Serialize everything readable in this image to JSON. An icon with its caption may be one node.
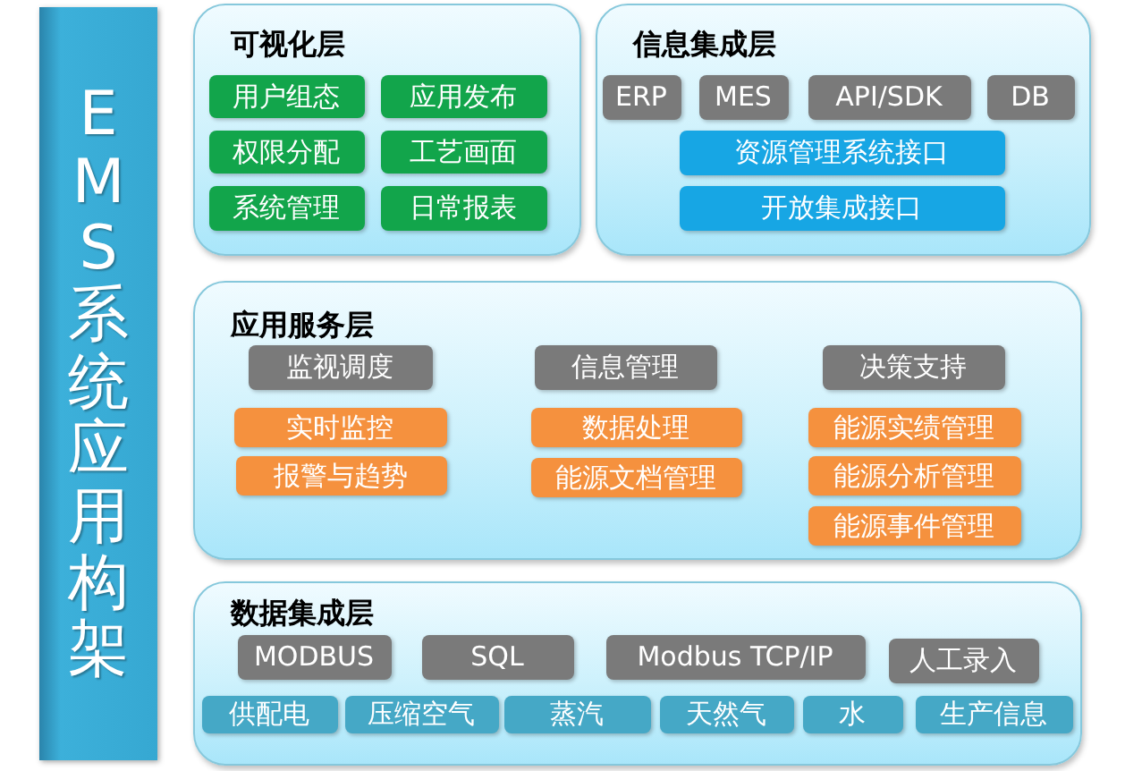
{
  "diagram": {
    "nodes": [
      {
        "text": [
          "EMS系统应用构架"
        ]
      },
      {
        "text": [
          "可视化层"
        ]
      },
      {
        "text": [
          "用户组态"
        ],
        "in": 1
      },
      {
        "text": [
          "应用发布"
        ],
        "in": 1
      },
      {
        "text": [
          "权限分配"
        ],
        "in": 1
      },
      {
        "text": [
          "工艺画面"
        ],
        "in": 1
      },
      {
        "text": [
          "系统管理"
        ],
        "in": 1
      },
      {
        "text": [
          "日常报表"
        ],
        "in": 1
      },
      {
        "text": [
          "信息集成层"
        ]
      },
      {
        "text": [
          "ERP"
        ],
        "in": 8
      },
      {
        "text": [
          "MES"
        ],
        "in": 8
      },
      {
        "text": [
          "API/SDK"
        ],
        "in": 8
      },
      {
        "text": [
          "DB"
        ],
        "in": 8
      },
      {
        "text": [
          "资源管理系统接口"
        ],
        "in": 8
      },
      {
        "text": [
          "开放集成接口"
        ],
        "in": 8
      },
      {
        "text": [
          "应用服务层"
        ]
      },
      {
        "text": [
          "监视调度"
        ],
        "in": 15
      },
      {
        "text": [
          "信息管理"
        ],
        "in": 15
      },
      {
        "text": [
          "决策支持"
        ],
        "in": 15
      },
      {
        "text": [
          "实时监控"
        ],
        "in": 15
      },
      {
        "text": [
          "数据处理"
        ],
        "in": 15
      },
      {
        "text": [
          "能源实绩管理"
        ],
        "in": 15
      },
      {
        "text": [
          "报警与趋势"
        ],
        "in": 15
      },
      {
        "text": [
          "能源文档管理"
        ],
        "in": 15
      },
      {
        "text": [
          "能源分析管理"
        ],
        "in": 15
      },
      {
        "text": [
          "能源事件管理"
        ],
        "in": 15
      },
      {
        "text": [
          "数据集成层"
        ]
      },
      {
        "text": [
          "MODBUS"
        ],
        "in": 26
      },
      {
        "text": [
          "SQL"
        ],
        "in": 26
      },
      {
        "text": [
          "Modbus TCP/IP"
        ],
        "in": 26
      },
      {
        "text": [
          "人工录入"
        ],
        "in": 26
      },
      {
        "text": [
          "供配电"
        ],
        "in": 26
      },
      {
        "text": [
          "压缩空气"
        ],
        "in": 26
      },
      {
        "text": [
          "蒸汽"
        ],
        "in": 26
      },
      {
        "text": [
          "天然气"
        ],
        "in": 26
      },
      {
        "text": [
          "水"
        ],
        "in": 26
      },
      {
        "text": [
          "生产信息"
        ],
        "in": 26
      }
    ]
  }
}
